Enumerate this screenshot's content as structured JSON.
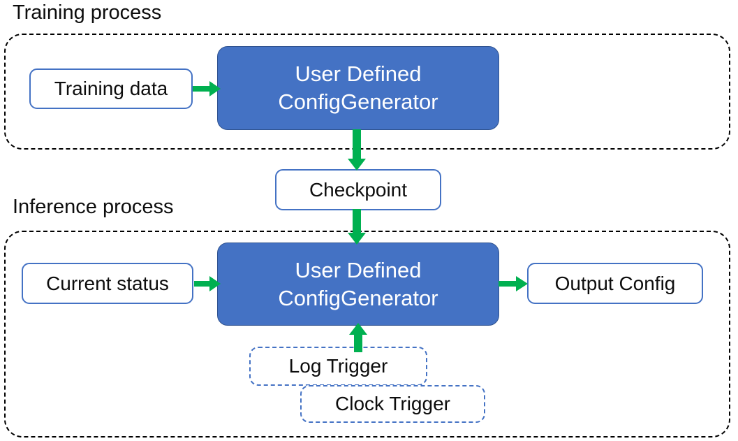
{
  "diagram": {
    "type": "flowchart",
    "title_training": "Training process",
    "title_inference": "Inference process",
    "colors": {
      "main_node_fill": "#4472C4",
      "main_node_border": "#2F528F",
      "node_border": "#4472C4",
      "arrow": "#00B050",
      "container_border": "#000000",
      "text_dark": "#0D0D0D",
      "text_light": "#FFFFFF",
      "background": "#FFFFFF"
    }
  },
  "training": {
    "title": "Training process",
    "input_node": "Training data",
    "main_node_line1": "User Defined",
    "main_node_line2": "ConfigGenerator"
  },
  "checkpoint": {
    "label": "Checkpoint"
  },
  "inference": {
    "title": "Inference process",
    "input_node": "Current status",
    "main_node_line1": "User Defined",
    "main_node_line2": "ConfigGenerator",
    "output_node": "Output Config",
    "triggers": [
      {
        "label": "Log Trigger"
      },
      {
        "label": "Clock Trigger"
      }
    ]
  },
  "arrows": [
    {
      "name": "training-data-to-generator",
      "direction": "right"
    },
    {
      "name": "generator-to-checkpoint",
      "direction": "down"
    },
    {
      "name": "checkpoint-to-generator",
      "direction": "down"
    },
    {
      "name": "current-status-to-generator",
      "direction": "right"
    },
    {
      "name": "generator-to-output-config",
      "direction": "right"
    },
    {
      "name": "log-trigger-to-generator",
      "direction": "up"
    }
  ]
}
